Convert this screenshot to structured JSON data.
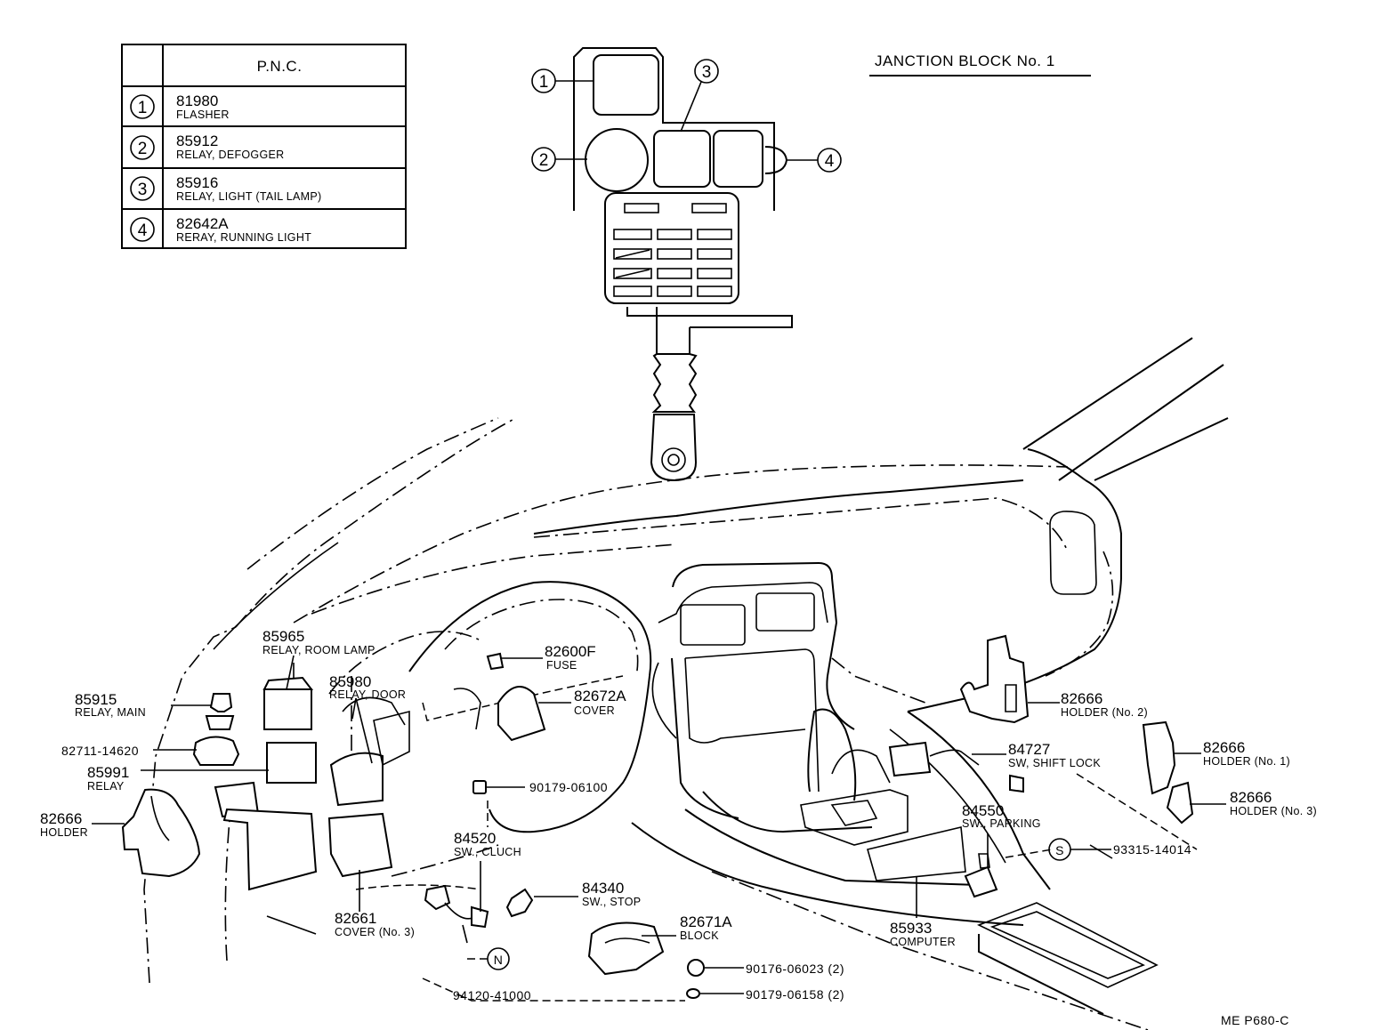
{
  "table": {
    "header": "P.N.C.",
    "rows": [
      {
        "marker": "1",
        "code": "81980",
        "desc": "FLASHER"
      },
      {
        "marker": "2",
        "code": "85912",
        "desc": "RELAY, DEFOGGER"
      },
      {
        "marker": "3",
        "code": "85916",
        "desc": "RELAY, LIGHT (TAIL LAMP)"
      },
      {
        "marker": "4",
        "code": "82642A",
        "desc": "RERAY, RUNNING LIGHT"
      }
    ]
  },
  "junction_block": {
    "title": "JANCTION BLOCK No. 1",
    "markers": [
      "1",
      "2",
      "3",
      "4"
    ]
  },
  "callouts": {
    "c85965": {
      "code": "85965",
      "desc": "RELAY, ROOM LAMP"
    },
    "c85980": {
      "code": "85980",
      "desc": "RELAY, DOOR"
    },
    "c82600F": {
      "code": "82600F",
      "desc": "FUSE"
    },
    "c82672A": {
      "code": "82672A",
      "desc": "COVER"
    },
    "c85915": {
      "code": "85915",
      "desc": "RELAY, MAIN"
    },
    "c82711": {
      "code": "82711-14620"
    },
    "c85991": {
      "code": "85991",
      "desc": "RELAY"
    },
    "c82666h": {
      "code": "82666",
      "desc": "HOLDER"
    },
    "c90179a": {
      "code": "90179-06100"
    },
    "c84520": {
      "code": "84520",
      "desc": "SW., CLUCH"
    },
    "c84340": {
      "code": "84340",
      "desc": "SW., STOP"
    },
    "c82661": {
      "code": "82661",
      "desc": "COVER (No. 3)"
    },
    "c82671A": {
      "code": "82671A",
      "desc": "BLOCK"
    },
    "c90176": {
      "code": "90176-06023 (2)"
    },
    "c90179b": {
      "code": "90179-06158 (2)"
    },
    "c94120": {
      "code": "94120-41000",
      "marker": "N"
    },
    "c85933": {
      "code": "85933",
      "desc": "COMPUTER"
    },
    "c84550": {
      "code": "84550",
      "desc": "SW., PARKING"
    },
    "c93315": {
      "code": "93315-14014",
      "marker": "S"
    },
    "c84727": {
      "code": "84727",
      "desc": "SW, SHIFT LOCK"
    },
    "c82666h2": {
      "code": "82666",
      "desc": "HOLDER (No. 2)"
    },
    "c82666h1": {
      "code": "82666",
      "desc": "HOLDER (No. 1)"
    },
    "c82666h3": {
      "code": "82666",
      "desc": "HOLDER (No. 3)"
    }
  },
  "page_ref": "ME  P680-C"
}
